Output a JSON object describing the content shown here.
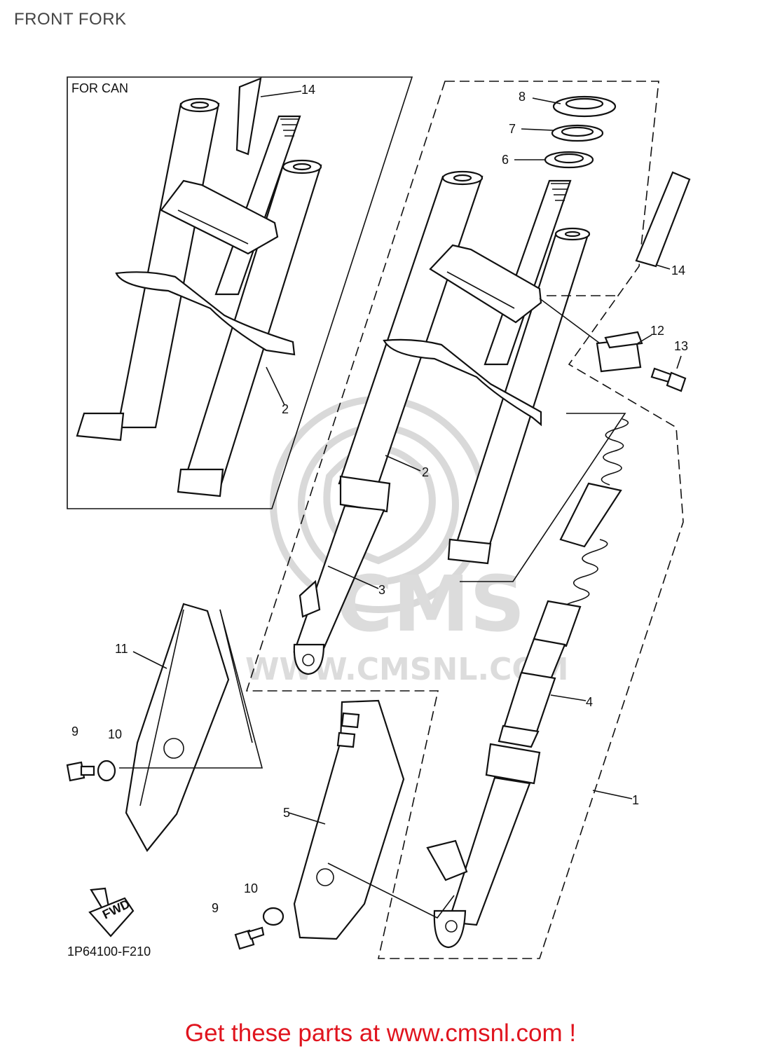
{
  "page": {
    "title": "FRONT FORK",
    "diagram_code": "1P64100-F210",
    "footer": "Get these parts at www.cmsnl.com !"
  },
  "inset": {
    "label": "FOR CAN"
  },
  "badge": {
    "text": "FWD"
  },
  "watermark": {
    "logo": "CMS",
    "url": "WWW.CMSNL.COM"
  },
  "callouts": [
    "1",
    "2",
    "2",
    "3",
    "4",
    "5",
    "6",
    "7",
    "8",
    "9",
    "9",
    "10",
    "10",
    "11",
    "12",
    "13",
    "14",
    "14"
  ],
  "colors": {
    "footer": "#e0141e",
    "line": "#111111",
    "watermark": "#d9d9d9"
  }
}
